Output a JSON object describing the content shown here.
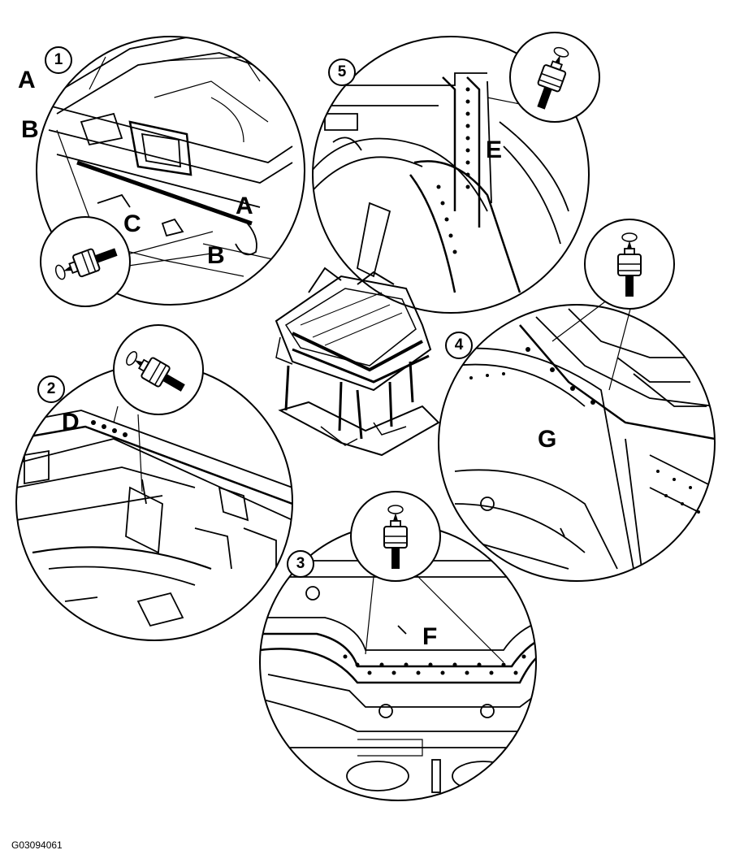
{
  "figure_id": "G03094061",
  "detail_numbers": [
    "1",
    "2",
    "3",
    "4",
    "5"
  ],
  "callouts": {
    "A": "A",
    "B": "B",
    "C": "C",
    "D": "D",
    "E": "E",
    "F": "F",
    "G": "G"
  },
  "icons": {
    "drill": "spot-weld-drill-icon"
  }
}
